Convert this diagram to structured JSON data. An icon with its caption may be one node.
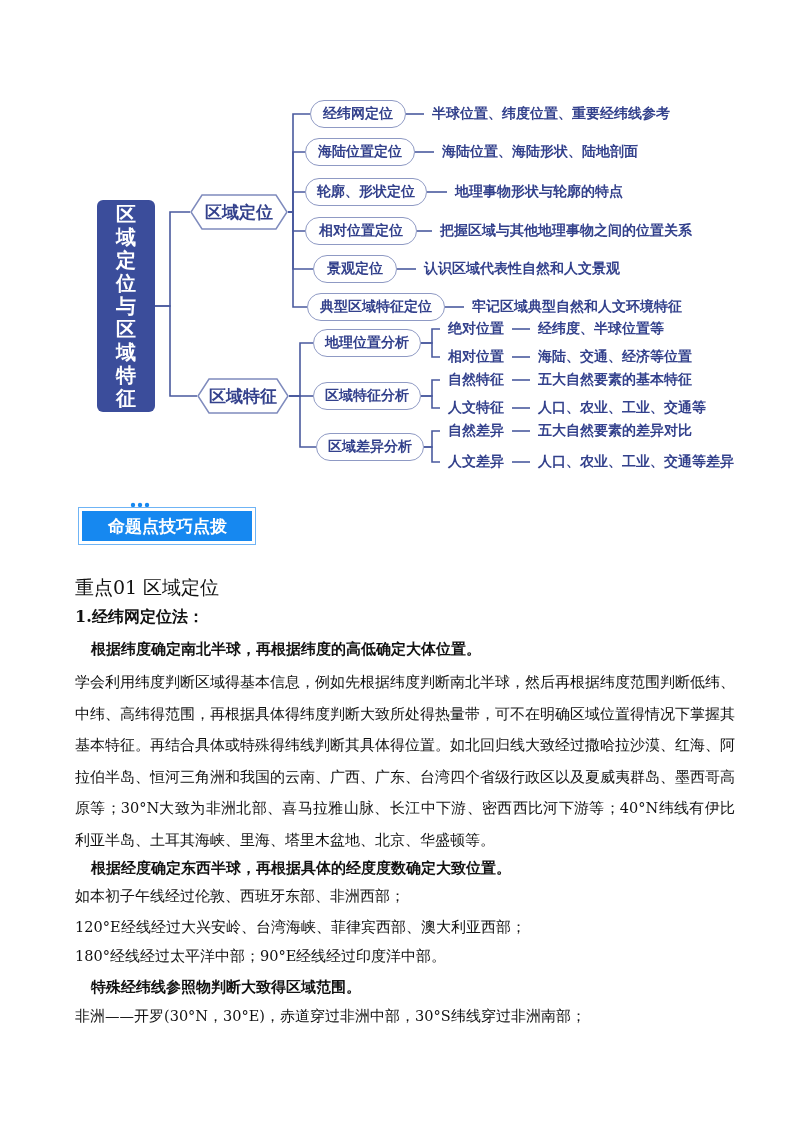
{
  "diagram": {
    "nodes": [
      {
        "text": [
          "区域定位与区域特征"
        ]
      },
      {
        "text": [
          "区域定位"
        ]
      },
      {
        "text": [
          "经纬网定位"
        ]
      },
      {
        "text": [
          "半球位置、纬度位置、重要经纬线参考"
        ]
      },
      {
        "text": [
          "海陆位置定位"
        ]
      },
      {
        "text": [
          "海陆位置、海陆形状、陆地剖面"
        ]
      },
      {
        "text": [
          "轮廓、形状定位"
        ]
      },
      {
        "text": [
          "地理事物形状与轮廓的特点"
        ]
      },
      {
        "text": [
          "相对位置定位"
        ]
      },
      {
        "text": [
          "把握区域与其他地理事物之间的位置关系"
        ]
      },
      {
        "text": [
          "景观定位"
        ]
      },
      {
        "text": [
          "认识区域代表性自然和人文景观"
        ]
      },
      {
        "text": [
          "典型区域特征定位"
        ]
      },
      {
        "text": [
          "牢记区域典型自然和人文环境特征"
        ]
      },
      {
        "text": [
          "区域特征"
        ]
      },
      {
        "text": [
          "地理位置分析"
        ]
      },
      {
        "text": [
          "绝对位置"
        ]
      },
      {
        "text": [
          "经纬度、半球位置等"
        ]
      },
      {
        "text": [
          "相对位置"
        ]
      },
      {
        "text": [
          "海陆、交通、经济等位置"
        ]
      },
      {
        "text": [
          "区域特征分析"
        ]
      },
      {
        "text": [
          "自然特征"
        ]
      },
      {
        "text": [
          "五大自然要素的基本特征"
        ]
      },
      {
        "text": [
          "人文特征"
        ]
      },
      {
        "text": [
          "人口、农业、工业、交通等"
        ]
      },
      {
        "text": [
          "区域差异分析"
        ]
      },
      {
        "text": [
          "自然差异"
        ]
      },
      {
        "text": [
          "五大自然要素的差异对比"
        ]
      },
      {
        "text": [
          "人文差异"
        ]
      },
      {
        "text": [
          "人口、农业、工业、交通等差异"
        ]
      },
      {
        "text": [
          "命题点技巧点拨"
        ]
      }
    ],
    "edges": [
      {
        "from": 0,
        "to": 1,
        "arrow": "none"
      },
      {
        "from": 0,
        "to": 14,
        "arrow": "none"
      },
      {
        "from": 1,
        "to": 2,
        "arrow": "none"
      },
      {
        "from": 1,
        "to": 4,
        "arrow": "none"
      },
      {
        "from": 1,
        "to": 6,
        "arrow": "none"
      },
      {
        "from": 1,
        "to": 8,
        "arrow": "none"
      },
      {
        "from": 1,
        "to": 10,
        "arrow": "none"
      },
      {
        "from": 1,
        "to": 12,
        "arrow": "none"
      },
      {
        "from": 2,
        "to": 3,
        "arrow": "none"
      },
      {
        "from": 4,
        "to": 5,
        "arrow": "none"
      },
      {
        "from": 6,
        "to": 7,
        "arrow": "none"
      },
      {
        "from": 8,
        "to": 9,
        "arrow": "none"
      },
      {
        "from": 10,
        "to": 11,
        "arrow": "none"
      },
      {
        "from": 12,
        "to": 13,
        "arrow": "none"
      },
      {
        "from": 14,
        "to": 15,
        "arrow": "none"
      },
      {
        "from": 14,
        "to": 20,
        "arrow": "none"
      },
      {
        "from": 14,
        "to": 25,
        "arrow": "none"
      },
      {
        "from": 15,
        "to": 16,
        "arrow": "none"
      },
      {
        "from": 15,
        "to": 18,
        "arrow": "none"
      },
      {
        "from": 16,
        "to": 17,
        "arrow": "none"
      },
      {
        "from": 18,
        "to": 19,
        "arrow": "none"
      },
      {
        "from": 20,
        "to": 21,
        "arrow": "none"
      },
      {
        "from": 20,
        "to": 23,
        "arrow": "none"
      },
      {
        "from": 21,
        "to": 22,
        "arrow": "none"
      },
      {
        "from": 23,
        "to": 24,
        "arrow": "none"
      },
      {
        "from": 25,
        "to": 26,
        "arrow": "none"
      },
      {
        "from": 25,
        "to": 28,
        "arrow": "none"
      },
      {
        "from": 26,
        "to": 27,
        "arrow": "none"
      },
      {
        "from": 28,
        "to": 29,
        "arrow": "none"
      }
    ],
    "labels": [
      "重点01 区域定位",
      "1.经纬网定位法：",
      "根据纬度确定南北半球，再根据纬度的高低确定大体位置。",
      "学会利用纬度判断区域得基本信息，例如先根据纬度判断南北半球，然后再根据纬度范围判断低纬、中纬、高纬得范围，再根据具体得纬度判断大致所处得热量带，可不在明确区域位置得情况下掌握其基本特征。再结合具体或特殊得纬线判断其具体得位置。如北回归线大致经过撒哈拉沙漠、红海、阿拉伯半岛、恒河三角洲和我国的云南、广西、广东、台湾四个省级行政区以及夏威夷群岛、墨西哥高原等；30°N大致为非洲北部、喜马拉雅山脉、长江中下游、密西西比河下游等；40°N纬线有伊比利亚半岛、土耳其海峡、里海、塔里木盆地、北京、华盛顿等。",
      "根据经度确定东西半球，再根据具体的经度度数确定大致位置。",
      "如本初子午线经过伦敦、西班牙东部、非洲西部；",
      "120°E经线经过大兴安岭、台湾海峡、菲律宾西部、澳大利亚西部；",
      "180°经线经过太平洋中部；90°E经线经过印度洋中部。",
      "特殊经纬线参照物判断大致得区域范围。",
      "非洲——开罗(30°N，30°E)，赤道穿过非洲中部，30°S纬线穿过非洲南部；"
    ]
  }
}
